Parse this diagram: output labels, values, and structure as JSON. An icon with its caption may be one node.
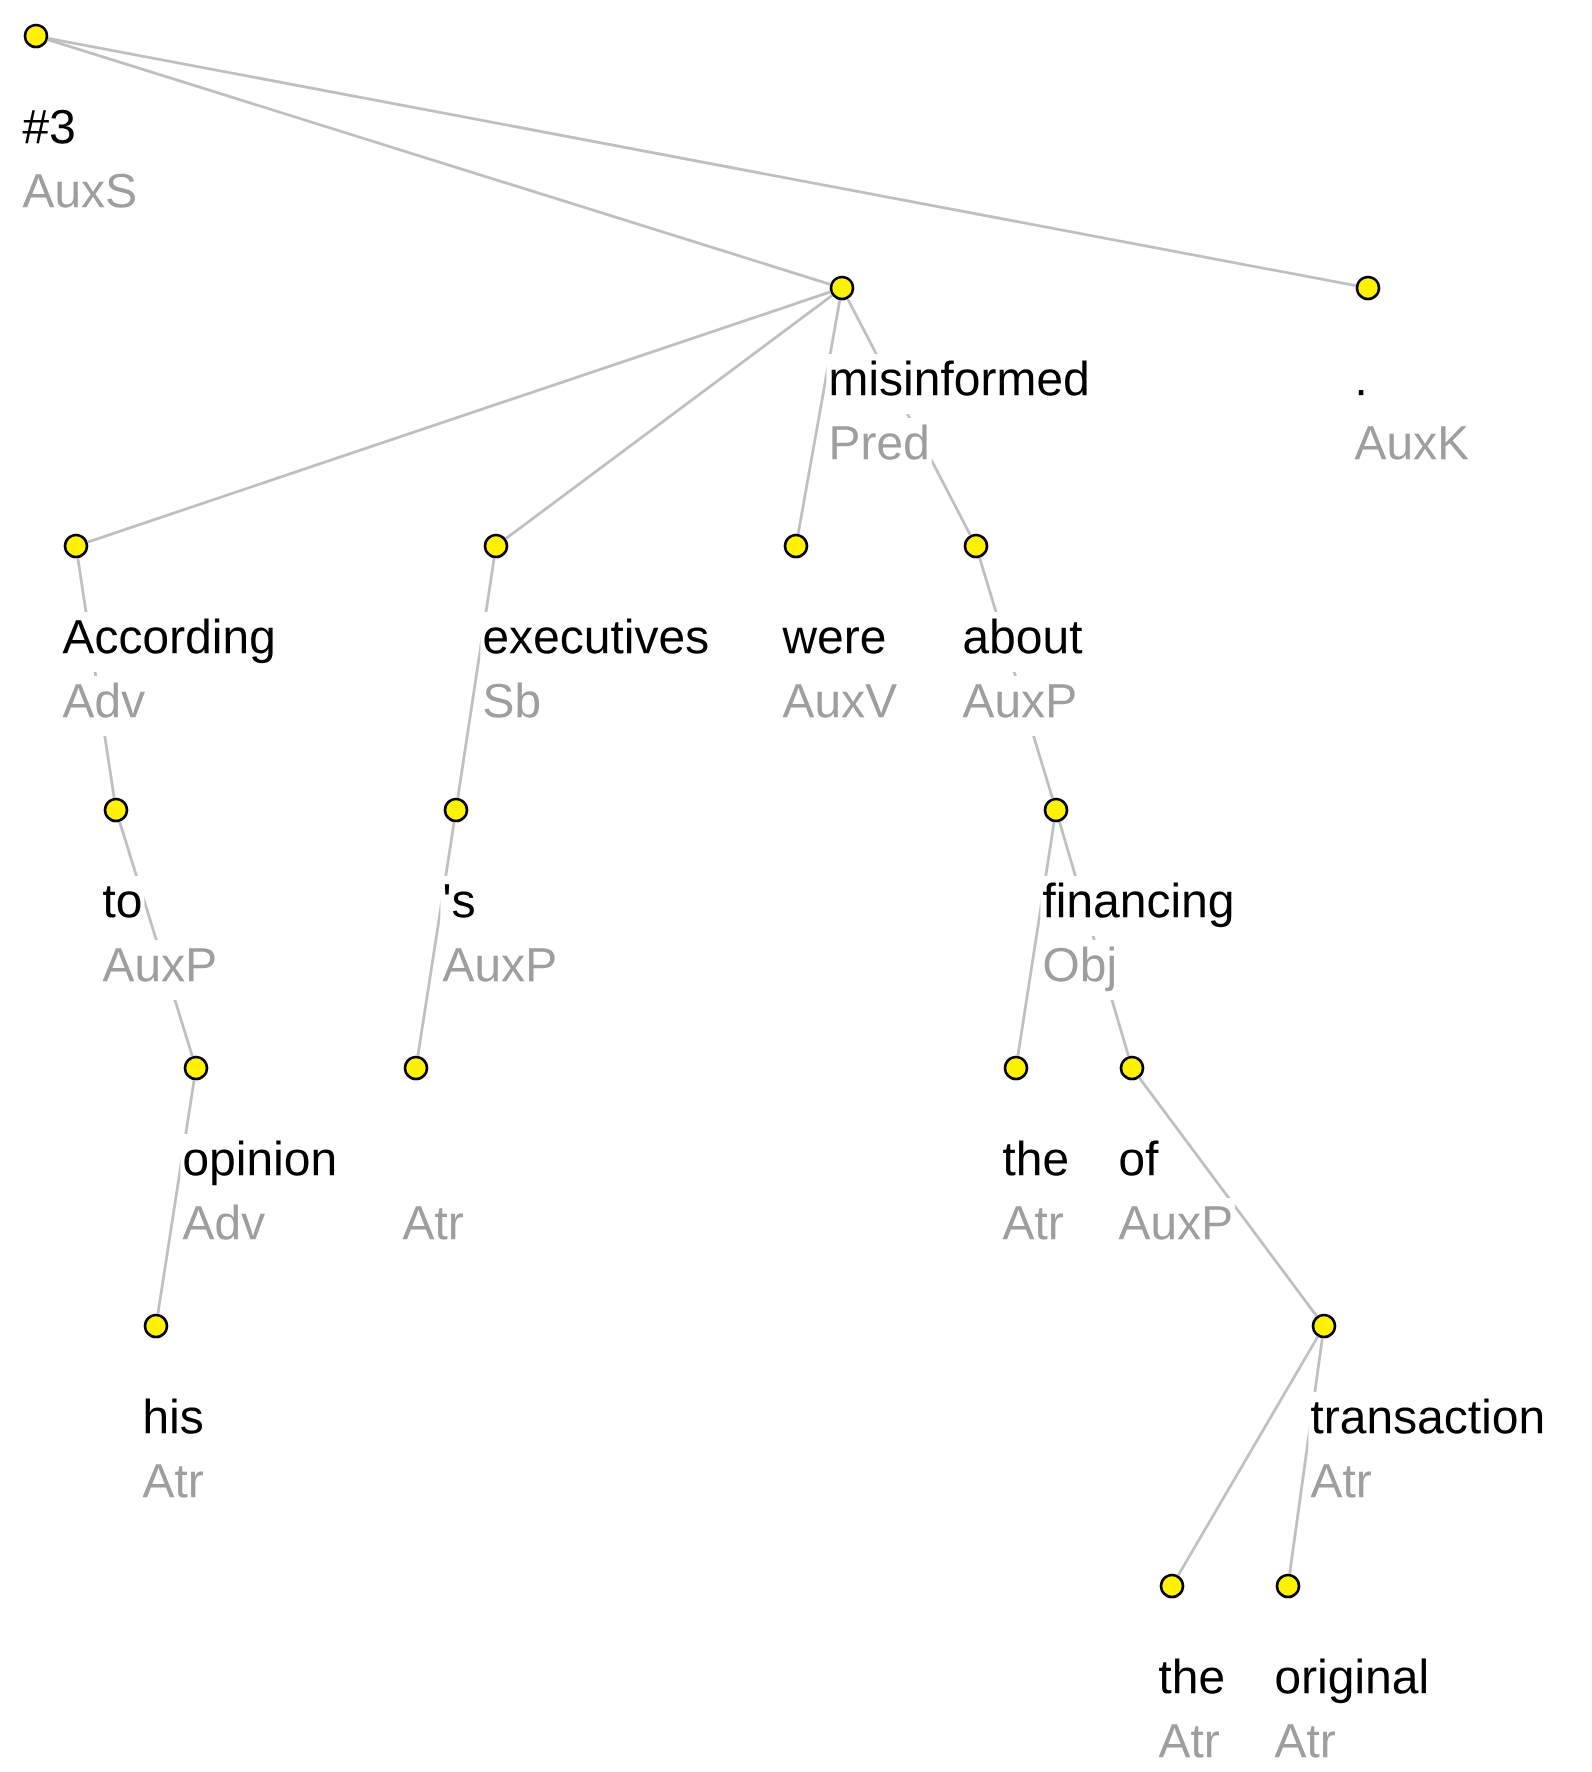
{
  "diagram": {
    "nodes": [
      {
        "text": [],
        "shape": "circle",
        "beside": [
          "#3",
          "AuxS"
        ]
      },
      {
        "text": [],
        "shape": "circle",
        "beside": [
          "misinformed",
          "Pred"
        ]
      },
      {
        "text": [],
        "shape": "circle",
        "beside": [
          ".",
          "AuxK"
        ]
      },
      {
        "text": [],
        "shape": "circle",
        "beside": [
          "According",
          "Adv"
        ]
      },
      {
        "text": [],
        "shape": "circle",
        "beside": [
          "executives",
          "Sb"
        ]
      },
      {
        "text": [],
        "shape": "circle",
        "beside": [
          "were",
          "AuxV"
        ]
      },
      {
        "text": [],
        "shape": "circle",
        "beside": [
          "about",
          "AuxP"
        ]
      },
      {
        "text": [],
        "shape": "circle",
        "beside": [
          "to",
          "AuxP"
        ]
      },
      {
        "text": [],
        "shape": "circle",
        "beside": [
          "'s",
          "AuxP"
        ]
      },
      {
        "text": [],
        "shape": "circle",
        "beside": [
          "financing",
          "Obj"
        ]
      },
      {
        "text": [],
        "shape": "circle",
        "beside": [
          "opinion",
          "Adv"
        ]
      },
      {
        "text": [],
        "shape": "circle",
        "beside": [
          "Atr"
        ]
      },
      {
        "text": [],
        "shape": "circle",
        "beside": [
          "the",
          "Atr"
        ]
      },
      {
        "text": [],
        "shape": "circle",
        "beside": [
          "of",
          "AuxP"
        ]
      },
      {
        "text": [],
        "shape": "circle",
        "beside": [
          "his",
          "Atr"
        ]
      },
      {
        "text": [],
        "shape": "circle",
        "beside": [
          "transaction",
          "Atr"
        ]
      },
      {
        "text": [],
        "shape": "circle",
        "beside": [
          "the",
          "Atr"
        ]
      },
      {
        "text": [],
        "shape": "circle",
        "beside": [
          "original",
          "Atr"
        ]
      }
    ],
    "edges": [
      {
        "from": 0,
        "to": 1,
        "arrow": "none"
      },
      {
        "from": 0,
        "to": 2,
        "arrow": "none"
      },
      {
        "from": 1,
        "to": 3,
        "arrow": "none"
      },
      {
        "from": 1,
        "to": 4,
        "arrow": "none"
      },
      {
        "from": 1,
        "to": 5,
        "arrow": "none"
      },
      {
        "from": 1,
        "to": 6,
        "arrow": "none"
      },
      {
        "from": 3,
        "to": 7,
        "arrow": "none"
      },
      {
        "from": 7,
        "to": 10,
        "arrow": "none"
      },
      {
        "from": 10,
        "to": 14,
        "arrow": "none"
      },
      {
        "from": 4,
        "to": 8,
        "arrow": "none"
      },
      {
        "from": 8,
        "to": 11,
        "arrow": "none"
      },
      {
        "from": 6,
        "to": 9,
        "arrow": "none"
      },
      {
        "from": 9,
        "to": 12,
        "arrow": "none"
      },
      {
        "from": 9,
        "to": 13,
        "arrow": "none"
      },
      {
        "from": 13,
        "to": 15,
        "arrow": "none"
      },
      {
        "from": 15,
        "to": 16,
        "arrow": "none"
      },
      {
        "from": 15,
        "to": 17,
        "arrow": "none"
      }
    ]
  }
}
